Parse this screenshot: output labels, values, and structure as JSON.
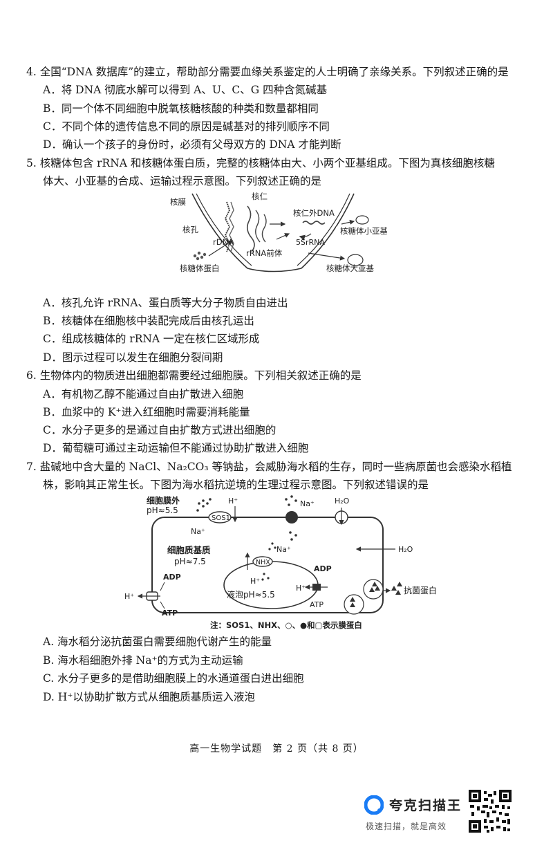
{
  "q4": {
    "stem": "4. 全国“DNA 数据库”的建立，帮助部分需要血缘关系鉴定的人士明确了亲缘关系。下列叙述正确的是",
    "options": [
      "A．将 DNA 彻底水解可以得到 A、U、C、G 四种含氮碱基",
      "B．同一个体不同细胞中脱氧核糖核酸的种类和数量都相同",
      "C．不同个体的遗传信息不同的原因是碱基对的排列顺序不同",
      "D．确认一个孩子的身份时，必须有父母双方的 DNA 才能判断"
    ]
  },
  "q5": {
    "stem_line1": "5. 核糖体包含 rRNA 和核糖体蛋白质，完整的核糖体由大、小两个亚基组成。下图为真核细胞核糖",
    "stem_line2": "体大、小亚基的合成、运输过程示意图。下列叙述正确的是",
    "figure_labels": {
      "nuclear_membrane": "核膜",
      "nucleolus": "核仁",
      "extra_nucleolar_dna": "核仁外DNA",
      "nuclear_pore": "核孔",
      "small_subunit": "核糖体小亚基",
      "rdna": "rDNA",
      "s5_rrna": "5SrRNA",
      "rrna_precursor": "rRNA前体",
      "ribosomal_protein": "核糖体蛋白",
      "large_subunit": "核糖体大亚基"
    },
    "options": [
      "A．核孔允许 rRNA、蛋白质等大分子物质自由进出",
      "B．核糖体在细胞核中装配完成后由核孔运出",
      "C．组成核糖体的 rRNA 一定在核仁区域形成",
      "D．图示过程可以发生在细胞分裂间期"
    ]
  },
  "q6": {
    "stem": "6. 生物体内的物质进出细胞都需要经过细胞膜。下列相关叙述正确的是",
    "options": [
      "A．有机物乙醇不能通过自由扩散进入细胞",
      "B．血浆中的 K⁺进入红细胞时需要消耗能量",
      "C．水分子更多的是通过自由扩散方式进出细胞的",
      "D．葡萄糖可通过主动运输但不能通过协助扩散进入细胞"
    ]
  },
  "q7": {
    "stem_line1": "7. 盐碱地中含大量的 NaCl、Na₂CO₃ 等钠盐，会威胁海水稻的生存，同时一些病原菌也会感染水稻植",
    "stem_line2": "株，影响其正常生长。下图为海水稻抗逆境的生理过程示意图。下列叙述错误的是",
    "figure_labels": {
      "outside": "细胞膜外",
      "outside_ph": "pH≈5.5",
      "sos1": "SOS1",
      "h_plus": "H⁺",
      "na_plus": "Na⁺",
      "h2o": "H₂O",
      "matrix": "细胞质基质",
      "matrix_ph": "pH≈7.5",
      "nhx": "NHX",
      "adp": "ADP",
      "atp": "ATP",
      "vacuole_ph": "液泡pH≈5.5",
      "antibacterial": "抗菌蛋白",
      "note": "注：SOS1、NHX、○、●和▢表示膜蛋白"
    },
    "options": [
      "A. 海水稻分泌抗菌蛋白需要细胞代谢产生的能量",
      "B. 海水稻细胞外排 Na⁺的方式为主动运输",
      "C. 水分子更多的是借助细胞膜上的水通道蛋白进出细胞",
      "D. H⁺以协助扩散方式从细胞质基质运入液泡"
    ]
  },
  "footer": "高一生物学试题　第 2 页（共 8 页）",
  "watermark": {
    "brand": "夸克扫描王",
    "slogan": "极速扫描，就是高效",
    "logo_color": "#1a7cf5"
  }
}
